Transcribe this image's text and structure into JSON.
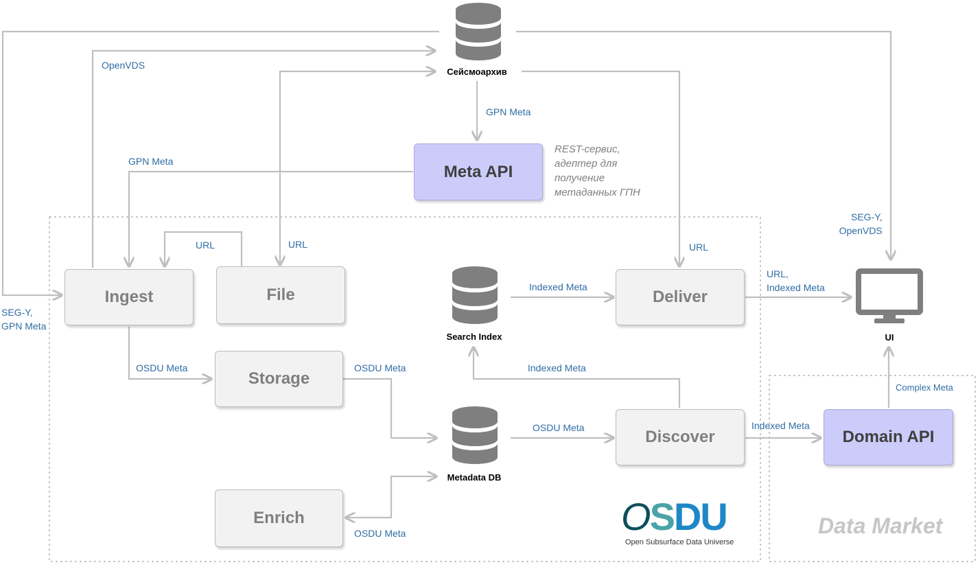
{
  "nodes": {
    "ingest": "Ingest",
    "file": "File",
    "storage": "Storage",
    "enrich": "Enrich",
    "deliver": "Deliver",
    "discover": "Discover",
    "meta_api": "Meta API",
    "domain_api": "Domain API"
  },
  "databases": {
    "seismic_archive": "Сейсмоархив",
    "search_index": "Search Index",
    "metadata_db": "Metadata DB",
    "ui": "UI"
  },
  "meta_api_note": [
    "REST-сервис,",
    "адептер для",
    "получение",
    "метаданных ГПН"
  ],
  "edge_labels": {
    "openvds": "OpenVDS",
    "gpn_meta_archive": "GPN Meta",
    "gpn_meta_api": "GPN Meta",
    "segy_gpn": [
      "SEG-Y,",
      "GPN Meta"
    ],
    "url_file_ingest": "URL",
    "url_file_archive": "URL",
    "url_deliver": "URL",
    "segy_openvds": [
      "SEG-Y,",
      "OpenVDS"
    ],
    "indexed_meta_search": "Indexed Meta",
    "url_indexed": [
      "URL,",
      "Indexed Meta"
    ],
    "osdu_meta_ingest": "OSDU Meta",
    "osdu_meta_storage": "OSDU Meta",
    "indexed_meta_discover": "Indexed Meta",
    "osdu_meta_db": "OSDU Meta",
    "indexed_meta_domain": "Indexed Meta",
    "complex_meta": "Complex Meta",
    "osdu_meta_enrich": "OSDU Meta"
  },
  "regions": {
    "data_market": "Data Market"
  },
  "logo": {
    "word": [
      "O",
      "S",
      "D",
      "U"
    ],
    "tagline": "Open Subsurface Data Universe"
  },
  "colors": {
    "arrow": "#bfbfbf",
    "label": "#2e6da4",
    "api_box": "#ccccfa",
    "box": "#f2f2f2",
    "db_icon": "#7f7f7f"
  }
}
